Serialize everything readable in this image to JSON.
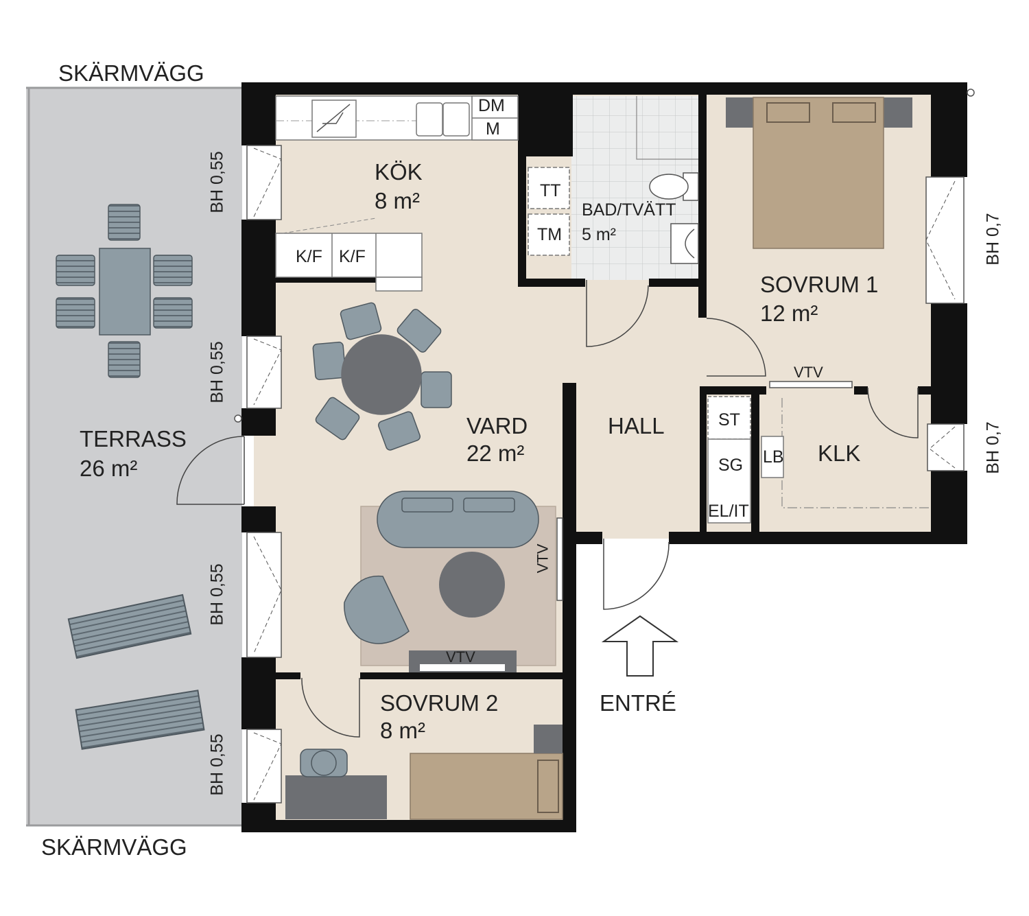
{
  "colors": {
    "floor": "#ebe2d5",
    "terrace": "#cdced0",
    "wall": "#111111",
    "furniture_grey": "#8e9ca4",
    "furniture_dark": "#6d6f73",
    "bed": "#b8a489",
    "rug": "#cfc2b7",
    "bath_tile": "#e8e9ea"
  },
  "labels": {
    "screen_wall_top": "SKÄRMVÄGG",
    "screen_wall_bottom": "SKÄRMVÄGG",
    "kitchen": {
      "name": "KÖK",
      "area": "8 m²"
    },
    "bath": {
      "name": "BAD/TVÄTT",
      "area": "5 m²"
    },
    "bedroom1": {
      "name": "SOVRUM 1",
      "area": "12 m²"
    },
    "living": {
      "name": "VARD",
      "area": "22 m²"
    },
    "hall": {
      "name": "HALL"
    },
    "closet": {
      "name": "KLK"
    },
    "terrace": {
      "name": "TERRASS",
      "area": "26 m²"
    },
    "bedroom2": {
      "name": "SOVRUM 2",
      "area": "8 m²"
    },
    "entrance": "ENTRÉ"
  },
  "fixtures": {
    "dm": "DM",
    "m": "M",
    "kf1": "K/F",
    "kf2": "K/F",
    "tt": "TT",
    "tm": "TM",
    "st": "ST",
    "sg": "SG",
    "lb": "LB",
    "elit": "EL/IT",
    "vtv_bedroom1": "VTV",
    "vtv_living_side": "VTV",
    "vtv_living_bottom": "VTV"
  },
  "windows": {
    "w1": "BH 0,55",
    "w2": "BH 0,55",
    "w3": "BH 0,55",
    "w4": "BH 0,55",
    "w5": "BH 0,7",
    "w6": "BH 0,7"
  }
}
